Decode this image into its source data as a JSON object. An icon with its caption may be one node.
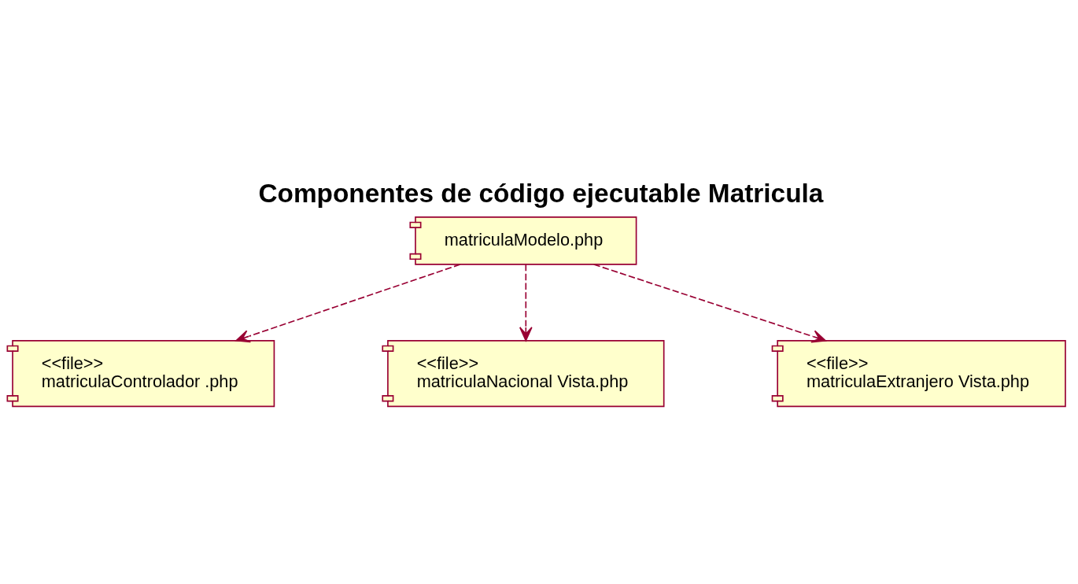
{
  "diagram": {
    "title": "Componentes de código ejecutable Matricula",
    "nodes": [
      {
        "text": [
          "<<file>>",
          "matriculaControlador .php"
        ]
      },
      {
        "text": [
          "matriculaModelo.php"
        ]
      },
      {
        "text": [
          "<<file>>",
          "matriculaNacional Vista.php"
        ]
      },
      {
        "text": [
          "<<file>>",
          "matriculaExtranjero Vista.php"
        ]
      }
    ],
    "edges": [
      {
        "from": 1,
        "to": 0,
        "arrow": "to",
        "style": "dashed"
      },
      {
        "from": 1,
        "to": 2,
        "arrow": "to",
        "style": "dashed"
      },
      {
        "from": 1,
        "to": 3,
        "arrow": "to",
        "style": "dashed"
      }
    ]
  }
}
